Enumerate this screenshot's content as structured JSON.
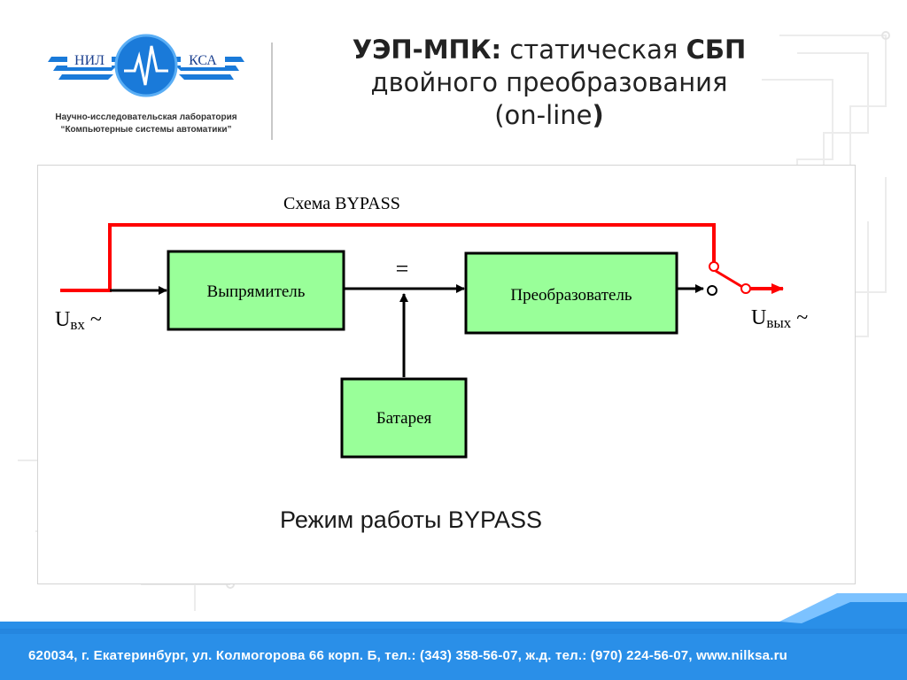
{
  "logo": {
    "left_text": "НИЛ",
    "right_text": "КСА",
    "caption_line1": "Научно-исследовательская лаборатория",
    "caption_line2": "“Компьютерные системы автоматики”"
  },
  "title": {
    "bold_part": "УЭП-МПК:",
    "part2": " статическая ",
    "bold_part2": "СБП",
    "line2": "двойного преобразования",
    "line3_open": "(on-line",
    "line3_close": ")"
  },
  "diagram": {
    "bypass_label": "Схема BYPASS",
    "rectifier_label": "Выпрямитель",
    "inverter_label": "Преобразователь",
    "battery_label": "Батарея",
    "dc_symbol": "=",
    "input_label_main": "U",
    "input_label_sub": "вх",
    "input_label_tail": " ~",
    "output_label_main": "U",
    "output_label_sub": "вых",
    "output_label_tail": " ~"
  },
  "mode_label": "Режим работы BYPASS",
  "footer": {
    "contact": "620034, г. Екатеринбург, ул. Колмогорова 66 корп. Б, тел.: (343) 358-56-07, ж.д. тел.: (970) 224-56-07, www.nilksa.ru"
  },
  "colors": {
    "block_fill": "#99ff99",
    "bypass_line": "#ff0000",
    "footer_blue": "#2a8fe8",
    "logo_blue": "#1a7ad9"
  }
}
